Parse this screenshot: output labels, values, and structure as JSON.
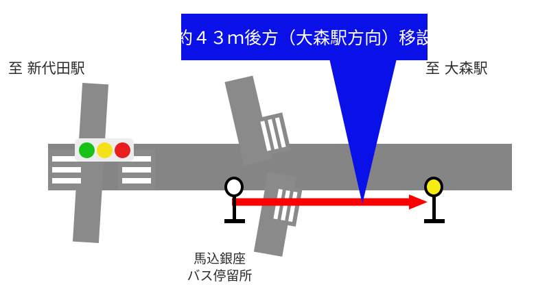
{
  "diagram": {
    "type": "bus-stop-relocation-map",
    "callout": {
      "text": "約４３ｍ後方（大森駅方向）移設",
      "background_color": "#0a10e8",
      "text_color": "#ffffff",
      "pointer_target": "new-bus-stop-position"
    },
    "labels": {
      "left_station": "至 新代田駅",
      "right_station": "至 大森駅",
      "bus_stop_name_line1": "馬込銀座",
      "bus_stop_name_line2": "バス停留所"
    },
    "traffic_signal": {
      "lamps": [
        "green",
        "yellow",
        "red"
      ],
      "green_color": "#18c118",
      "yellow_color": "#f5e119",
      "red_color": "#e81d1d",
      "housing_color": "#ededed"
    },
    "bus_stops": [
      {
        "id": "existing-bus-stop",
        "marker": "white-circle-sign",
        "fill_color": "#ffffff",
        "state": "current-position"
      },
      {
        "id": "relocated-bus-stop",
        "marker": "yellow-circle-sign",
        "fill_color": "#f5ec12",
        "state": "new-position"
      }
    ],
    "move_arrow": {
      "direction": "right",
      "color": "#fc0000",
      "meaning": "relocation direction toward Omori Station"
    },
    "roads": {
      "main_road_color": "#858585",
      "side_road_color": "#8a8a8a",
      "crosswalk_stripe_color": "#ffffff"
    }
  }
}
